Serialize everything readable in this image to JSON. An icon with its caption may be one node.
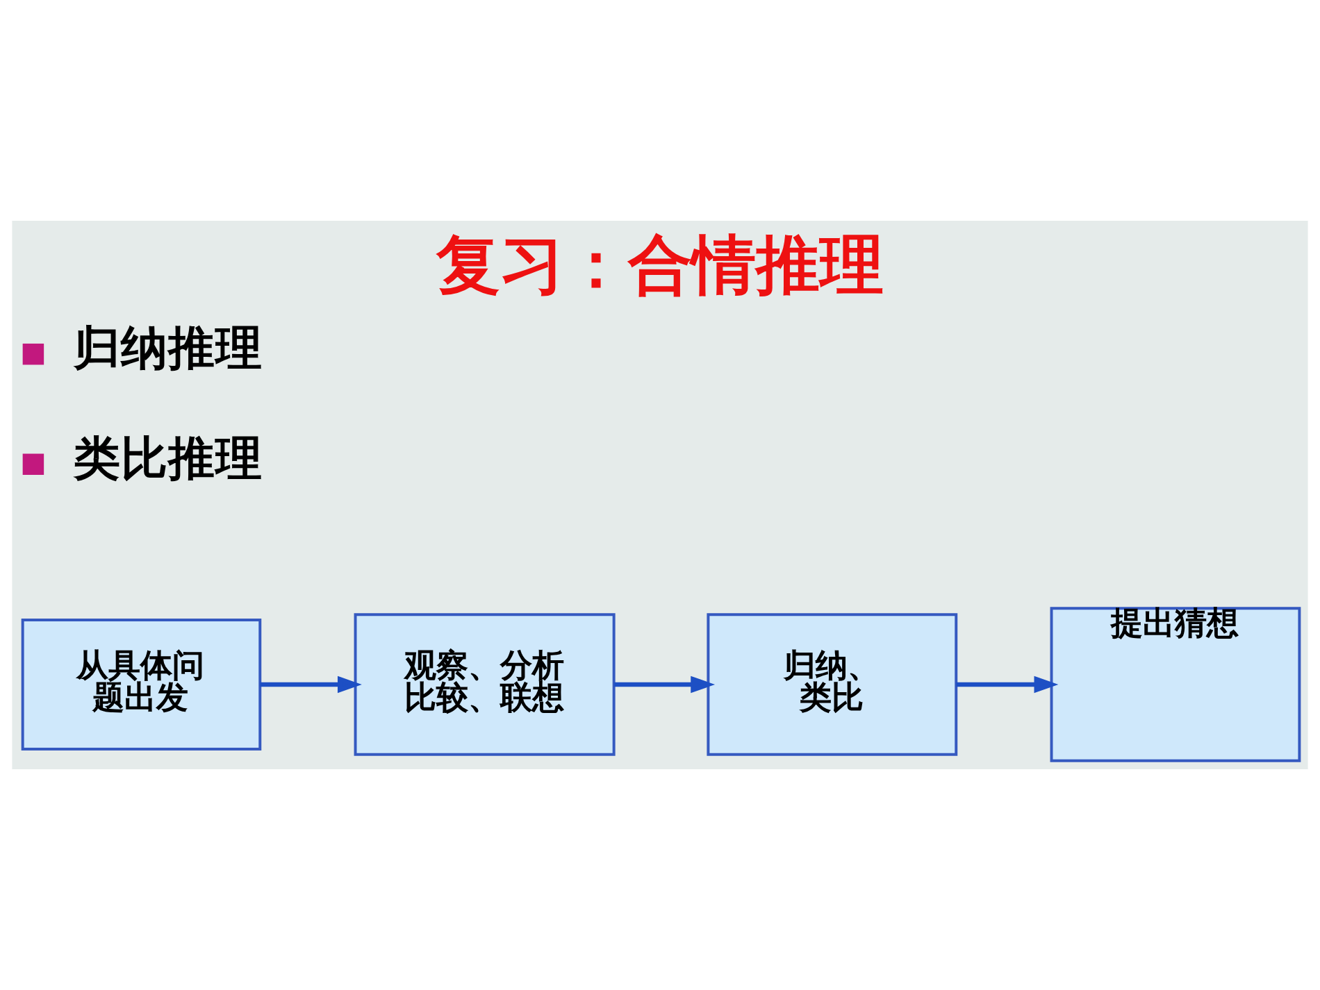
{
  "diagram": {
    "title": "复习：合情推理",
    "nodes": [
      {
        "text": [
          "从具体问题出发"
        ]
      },
      {
        "text": [
          "观察、分析比较、联想"
        ]
      },
      {
        "text": [
          "归纳、类比"
        ]
      },
      {
        "text": [
          "提出猜想"
        ]
      }
    ],
    "edges": [
      {
        "from": 0,
        "to": 1,
        "arrow": "to"
      },
      {
        "from": 1,
        "to": 2,
        "arrow": "to"
      },
      {
        "from": 2,
        "to": 3,
        "arrow": "to"
      }
    ],
    "labels": [
      "归纳推理",
      "类比推理"
    ]
  }
}
